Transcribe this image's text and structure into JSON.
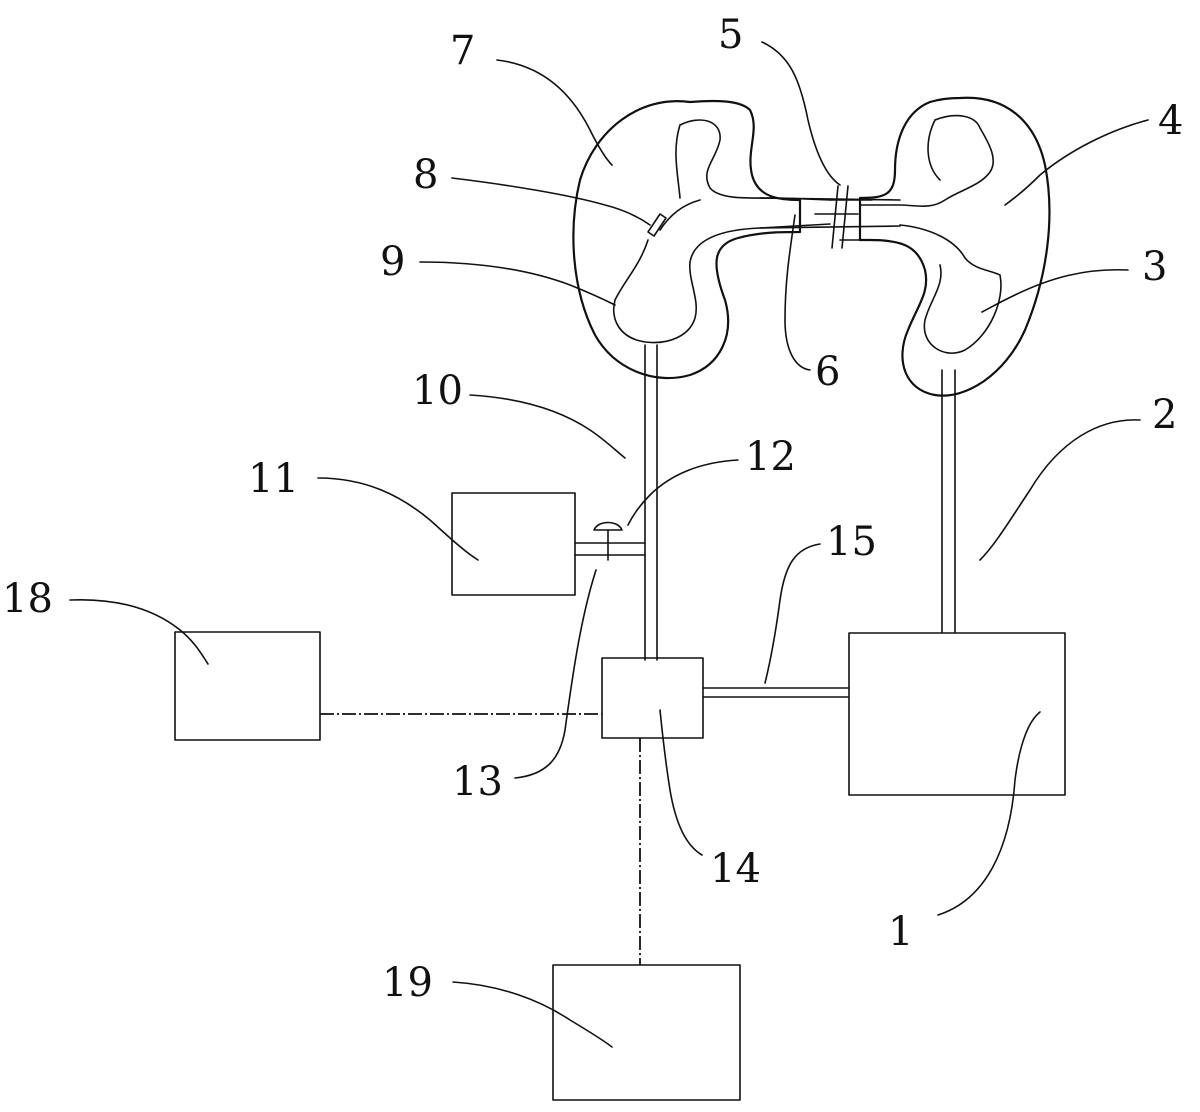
{
  "labels": {
    "l1": "1",
    "l2": "2",
    "l3": "3",
    "l4": "4",
    "l5": "5",
    "l6": "6",
    "l7": "7",
    "l8": "8",
    "l9": "9",
    "l10": "10",
    "l11": "11",
    "l12": "12",
    "l13": "13",
    "l14": "14",
    "l15": "15",
    "l18": "18",
    "l19": "19"
  },
  "colors": {
    "ink": "#111111",
    "background": "#ffffff"
  }
}
